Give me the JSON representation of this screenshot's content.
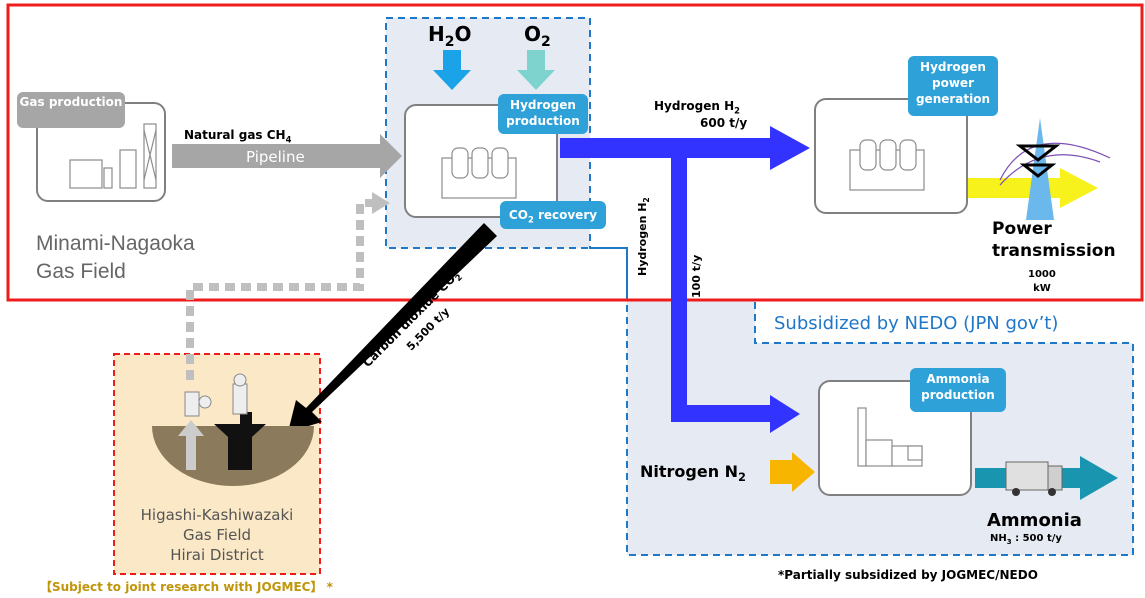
{
  "sources": {
    "h2o": {
      "label": "H",
      "sub": "2",
      "tail": "O",
      "color": "#1aa3e8"
    },
    "o2": {
      "label": "O",
      "sub": "2",
      "color": "#7fd3cf"
    }
  },
  "gas_production": {
    "tag": "Gas production"
  },
  "natural_gas": {
    "label": "Natural gas CH",
    "sub": "4",
    "pipe": "Pipeline"
  },
  "gas_field": {
    "line1": "Minami-Nagaoka",
    "line2": "Gas Field"
  },
  "hydrogen_production": {
    "tag": "Hydrogen production"
  },
  "co2_recovery": {
    "tag": "CO",
    "sub": "2",
    "tail": " recovery"
  },
  "hydrogen_flow_main": {
    "label": "Hydrogen H",
    "sub": "2",
    "amount": "600 t/y",
    "color": "#3333ff"
  },
  "hydrogen_flow_down": {
    "label": "Hydrogen H",
    "sub": "2",
    "amount": "100 t/y"
  },
  "hydrogen_power": {
    "tag": "Hydrogen power generation"
  },
  "power_transmission": {
    "line1": "Power",
    "line2": "transmission",
    "amount1": "1000",
    "amount2": "kW"
  },
  "co2_flow": {
    "label": "Carbon dioxide CO",
    "sub": "2",
    "amount": "5,500 t/y"
  },
  "nedo": {
    "label": "Subsidized by NEDO (JPN gov’t)",
    "color": "#1f77c8"
  },
  "storage_field": {
    "line1": "Higashi-Kashiwazaki",
    "line2": "Gas Field",
    "line3": "Hirai District"
  },
  "joint_research": {
    "label": "【Subject to joint research with JOGMEC】 *",
    "color": "#c0950a"
  },
  "ammonia_production": {
    "tag": "Ammonia production"
  },
  "nitrogen": {
    "label": "Nitrogen N",
    "sub": "2"
  },
  "ammonia": {
    "label": "Ammonia",
    "formula": "NH",
    "sub": "3",
    "amount": " : 500 t/y"
  },
  "footnote": {
    "label": "*Partially subsidized by JOGMEC/NEDO"
  },
  "colors": {
    "red_frame": "#ee1c1c",
    "blue_dash": "#1f77c8",
    "gray": "#a6a6a6"
  }
}
